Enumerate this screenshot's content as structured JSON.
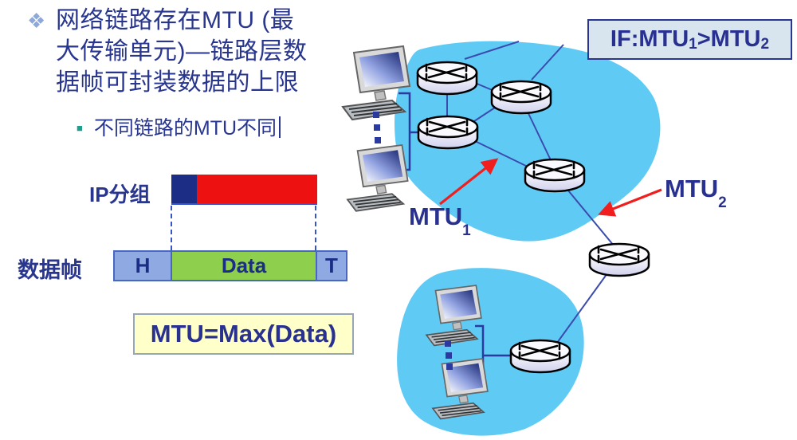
{
  "slide": {
    "bullets": {
      "diamond_icon": "❖",
      "title_lines": [
        "网络链路存在MTU (最",
        "大传输单元)—链路层数",
        "据帧可封装数据的上限"
      ],
      "square_icon": "■",
      "sub_text": "不同链路的MTU不同"
    },
    "encapsulation": {
      "ip_packet_label": "IP分组",
      "frame_label": "数据帧",
      "frame_header": "H",
      "frame_data": "Data",
      "frame_trailer": "T",
      "formula": "MTU=Max(Data)"
    },
    "network": {
      "condition_prefix": "IF:MTU",
      "condition_sub1": "1",
      "condition_mid": ">MTU",
      "condition_sub2": "2",
      "mtu1_text": "MTU",
      "mtu1_sub": "1",
      "mtu2_text": "MTU",
      "mtu2_sub": "2"
    },
    "colors": {
      "text_navy": "#28368F",
      "cloud_blue": "#5FCBF5",
      "ip_header_navy": "#1B2D84",
      "ip_payload_red": "#EE1111",
      "frame_ht_fill": "#8FA9E2",
      "frame_data_green": "#8ED04E",
      "formula_bg": "#FFFFC9",
      "condition_bg": "#D8E5EE",
      "link_blue": "#3A4BAD",
      "arrow_red": "#F01E1E",
      "bullet_diamond_blue": "#8DA9DC",
      "bullet_square_teal": "#1F9E8F"
    }
  }
}
